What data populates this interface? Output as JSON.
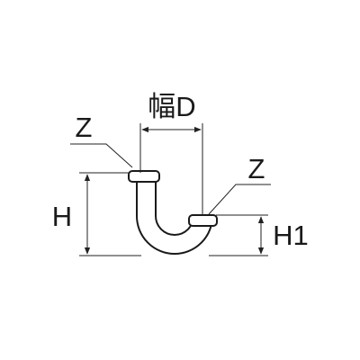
{
  "labels": {
    "width": "幅D",
    "height": "H",
    "height_outlet": "H1",
    "nut_left": "Z",
    "nut_right": "Z"
  }
}
